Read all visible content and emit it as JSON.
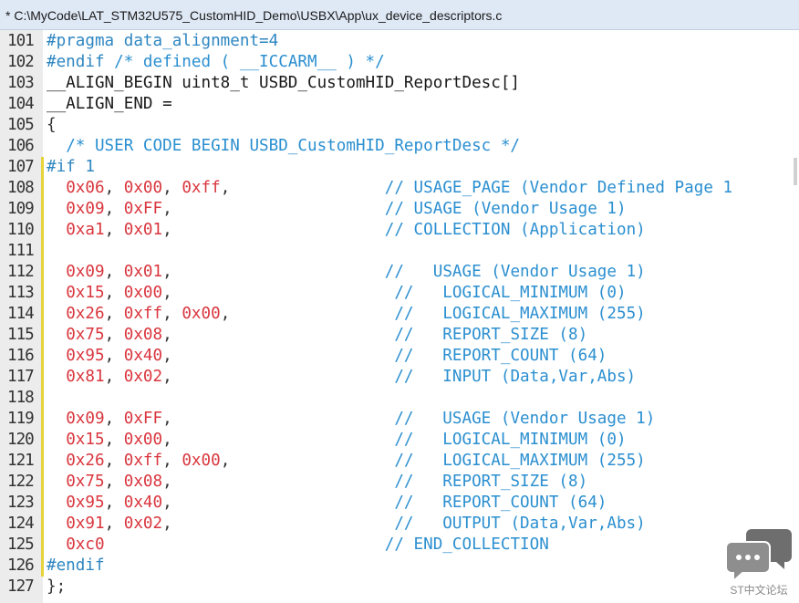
{
  "window": {
    "title": "* C:\\MyCode\\LAT_STM32U575_CustomHID_Demo\\USBX\\App\\ux_device_descriptors.c"
  },
  "editor": {
    "lines": [
      {
        "n": "101",
        "mark": false,
        "tokens": [
          [
            "pp",
            "#pragma data_alignment=4"
          ]
        ]
      },
      {
        "n": "102",
        "mark": false,
        "tokens": [
          [
            "pp",
            "#endif"
          ],
          [
            "txt",
            " "
          ],
          [
            "cmt",
            "/* defined ( __ICCARM__ ) */"
          ]
        ]
      },
      {
        "n": "103",
        "mark": false,
        "tokens": [
          [
            "txt",
            "__ALIGN_BEGIN uint8_t USBD_CustomHID_ReportDesc[]"
          ]
        ]
      },
      {
        "n": "104",
        "mark": false,
        "tokens": [
          [
            "txt",
            "__ALIGN_END ="
          ]
        ]
      },
      {
        "n": "105",
        "mark": false,
        "tokens": [
          [
            "pun",
            "{"
          ]
        ]
      },
      {
        "n": "106",
        "mark": false,
        "tokens": [
          [
            "txt",
            "  "
          ],
          [
            "cmt",
            "/* USER CODE BEGIN USBD_CustomHID_ReportDesc */"
          ]
        ]
      },
      {
        "n": "107",
        "mark": true,
        "tokens": [
          [
            "pp",
            "#if 1"
          ]
        ]
      },
      {
        "n": "108",
        "mark": true,
        "tokens": [
          [
            "txt",
            "  "
          ],
          [
            "num",
            "0x06"
          ],
          [
            "pun",
            ", "
          ],
          [
            "num",
            "0x00"
          ],
          [
            "pun",
            ", "
          ],
          [
            "num",
            "0xff"
          ],
          [
            "pun",
            ","
          ],
          [
            "txt",
            "                "
          ],
          [
            "cmt",
            "// USAGE_PAGE (Vendor Defined Page 1"
          ]
        ]
      },
      {
        "n": "109",
        "mark": true,
        "tokens": [
          [
            "txt",
            "  "
          ],
          [
            "num",
            "0x09"
          ],
          [
            "pun",
            ", "
          ],
          [
            "num",
            "0xFF"
          ],
          [
            "pun",
            ","
          ],
          [
            "txt",
            "                      "
          ],
          [
            "cmt",
            "// USAGE (Vendor Usage 1)"
          ]
        ]
      },
      {
        "n": "110",
        "mark": true,
        "tokens": [
          [
            "txt",
            "  "
          ],
          [
            "num",
            "0xa1"
          ],
          [
            "pun",
            ", "
          ],
          [
            "num",
            "0x01"
          ],
          [
            "pun",
            ","
          ],
          [
            "txt",
            "                      "
          ],
          [
            "cmt",
            "// COLLECTION (Application)"
          ]
        ]
      },
      {
        "n": "111",
        "mark": true,
        "tokens": []
      },
      {
        "n": "112",
        "mark": true,
        "tokens": [
          [
            "txt",
            "  "
          ],
          [
            "num",
            "0x09"
          ],
          [
            "pun",
            ", "
          ],
          [
            "num",
            "0x01"
          ],
          [
            "pun",
            ","
          ],
          [
            "txt",
            "                      "
          ],
          [
            "cmt",
            "//   USAGE (Vendor Usage 1)"
          ]
        ]
      },
      {
        "n": "113",
        "mark": true,
        "tokens": [
          [
            "txt",
            "  "
          ],
          [
            "num",
            "0x15"
          ],
          [
            "pun",
            ", "
          ],
          [
            "num",
            "0x00"
          ],
          [
            "pun",
            ","
          ],
          [
            "txt",
            "                       "
          ],
          [
            "cmt",
            "//   LOGICAL_MINIMUM (0)"
          ]
        ]
      },
      {
        "n": "114",
        "mark": true,
        "tokens": [
          [
            "txt",
            "  "
          ],
          [
            "num",
            "0x26"
          ],
          [
            "pun",
            ", "
          ],
          [
            "num",
            "0xff"
          ],
          [
            "pun",
            ", "
          ],
          [
            "num",
            "0x00"
          ],
          [
            "pun",
            ","
          ],
          [
            "txt",
            "                 "
          ],
          [
            "cmt",
            "//   LOGICAL_MAXIMUM (255)"
          ]
        ]
      },
      {
        "n": "115",
        "mark": true,
        "tokens": [
          [
            "txt",
            "  "
          ],
          [
            "num",
            "0x75"
          ],
          [
            "pun",
            ", "
          ],
          [
            "num",
            "0x08"
          ],
          [
            "pun",
            ","
          ],
          [
            "txt",
            "                       "
          ],
          [
            "cmt",
            "//   REPORT_SIZE (8)"
          ]
        ]
      },
      {
        "n": "116",
        "mark": true,
        "tokens": [
          [
            "txt",
            "  "
          ],
          [
            "num",
            "0x95"
          ],
          [
            "pun",
            ", "
          ],
          [
            "num",
            "0x40"
          ],
          [
            "pun",
            ","
          ],
          [
            "txt",
            "                       "
          ],
          [
            "cmt",
            "//   REPORT_COUNT (64)"
          ]
        ]
      },
      {
        "n": "117",
        "mark": true,
        "tokens": [
          [
            "txt",
            "  "
          ],
          [
            "num",
            "0x81"
          ],
          [
            "pun",
            ", "
          ],
          [
            "num",
            "0x02"
          ],
          [
            "pun",
            ","
          ],
          [
            "txt",
            "                       "
          ],
          [
            "cmt",
            "//   INPUT (Data,Var,Abs)"
          ]
        ]
      },
      {
        "n": "118",
        "mark": true,
        "tokens": []
      },
      {
        "n": "119",
        "mark": true,
        "tokens": [
          [
            "txt",
            "  "
          ],
          [
            "num",
            "0x09"
          ],
          [
            "pun",
            ", "
          ],
          [
            "num",
            "0xFF"
          ],
          [
            "pun",
            ","
          ],
          [
            "txt",
            "                       "
          ],
          [
            "cmt",
            "//   USAGE (Vendor Usage 1)"
          ]
        ]
      },
      {
        "n": "120",
        "mark": true,
        "tokens": [
          [
            "txt",
            "  "
          ],
          [
            "num",
            "0x15"
          ],
          [
            "pun",
            ", "
          ],
          [
            "num",
            "0x00"
          ],
          [
            "pun",
            ","
          ],
          [
            "txt",
            "                       "
          ],
          [
            "cmt",
            "//   LOGICAL_MINIMUM (0)"
          ]
        ]
      },
      {
        "n": "121",
        "mark": true,
        "tokens": [
          [
            "txt",
            "  "
          ],
          [
            "num",
            "0x26"
          ],
          [
            "pun",
            ", "
          ],
          [
            "num",
            "0xff"
          ],
          [
            "pun",
            ", "
          ],
          [
            "num",
            "0x00"
          ],
          [
            "pun",
            ","
          ],
          [
            "txt",
            "                 "
          ],
          [
            "cmt",
            "//   LOGICAL_MAXIMUM (255)"
          ]
        ]
      },
      {
        "n": "122",
        "mark": true,
        "tokens": [
          [
            "txt",
            "  "
          ],
          [
            "num",
            "0x75"
          ],
          [
            "pun",
            ", "
          ],
          [
            "num",
            "0x08"
          ],
          [
            "pun",
            ","
          ],
          [
            "txt",
            "                       "
          ],
          [
            "cmt",
            "//   REPORT_SIZE (8)"
          ]
        ]
      },
      {
        "n": "123",
        "mark": true,
        "tokens": [
          [
            "txt",
            "  "
          ],
          [
            "num",
            "0x95"
          ],
          [
            "pun",
            ", "
          ],
          [
            "num",
            "0x40"
          ],
          [
            "pun",
            ","
          ],
          [
            "txt",
            "                       "
          ],
          [
            "cmt",
            "//   REPORT_COUNT (64)"
          ]
        ]
      },
      {
        "n": "124",
        "mark": true,
        "tokens": [
          [
            "txt",
            "  "
          ],
          [
            "num",
            "0x91"
          ],
          [
            "pun",
            ", "
          ],
          [
            "num",
            "0x02"
          ],
          [
            "pun",
            ","
          ],
          [
            "txt",
            "                       "
          ],
          [
            "cmt",
            "//   OUTPUT (Data,Var,Abs)"
          ]
        ]
      },
      {
        "n": "125",
        "mark": true,
        "tokens": [
          [
            "txt",
            "  "
          ],
          [
            "num",
            "0xc0"
          ],
          [
            "txt",
            "                             "
          ],
          [
            "cmt",
            "// END_COLLECTION"
          ]
        ]
      },
      {
        "n": "126",
        "mark": true,
        "tokens": [
          [
            "pp",
            "#endif"
          ]
        ]
      },
      {
        "n": "127",
        "mark": false,
        "tokens": [
          [
            "pun",
            "};"
          ]
        ]
      }
    ]
  },
  "watermark": {
    "label": "ST中文论坛"
  },
  "colors": {
    "preprocessor": "#2e86c1",
    "comment": "#2b8fd0",
    "number": "#d9363e",
    "text": "#1a1a1a",
    "gutter_bg": "#ececec",
    "change_marker": "#e6d43a"
  }
}
